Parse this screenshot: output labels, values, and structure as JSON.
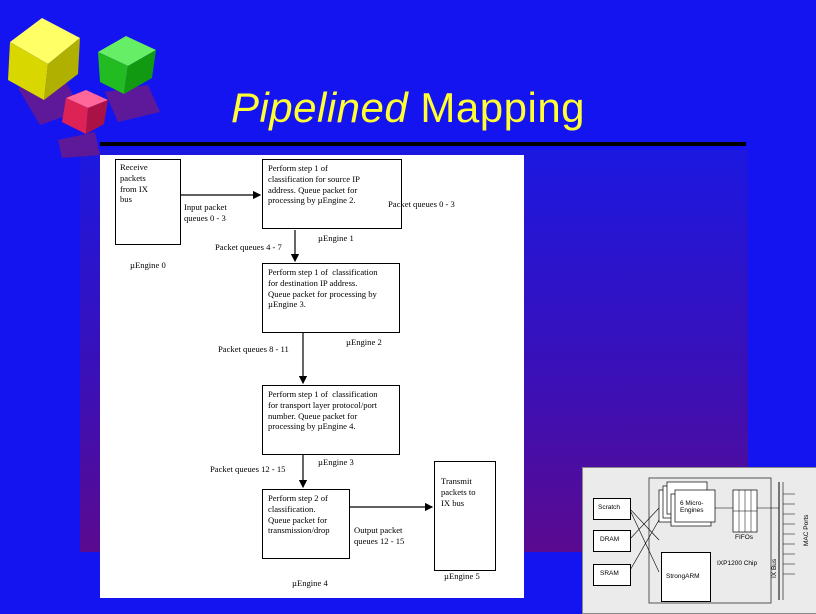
{
  "title": {
    "emphasis": "Pipelined",
    "rest": " Mapping"
  },
  "diagram": {
    "receive": "Receive\npackets\nfrom IX\nbus",
    "engine0": "µEngine 0",
    "input_queues": "Input packet\nqueues 0 - 3",
    "step1_src": "Perform step 1 of\nclassification for source IP\naddress. Queue packet for\nprocessing by µEngine 2.",
    "packet_queues_0_3": "Packet queues 0 - 3",
    "engine1": "µEngine 1",
    "packet_queues_4_7": "Packet queues 4 - 7",
    "step1_dst": "Perform step 1 of  classification\nfor destination IP address.\nQueue packet for processing by\nµEngine 3.",
    "engine2": "µEngine 2",
    "packet_queues_8_11": "Packet queues 8 - 11",
    "step1_transport": "Perform step 1 of  classification\nfor transport layer protocol/port\nnumber. Queue packet for\nprocessing by µEngine 4.",
    "engine3": "µEngine 3",
    "packet_queues_12_15": "Packet queues 12 - 15",
    "step2": "Perform step 2 of\nclassification.\nQueue packet for\ntransmission/drop",
    "output_queues": "Output packet\nqueues 12 - 15",
    "transmit": "Transmit\npackets to\nIX bus",
    "engine4": "µEngine 4",
    "engine5": "µEngine 5"
  },
  "chip": {
    "scratch": "Scratch",
    "dram": "DRAM",
    "sram": "SRAM",
    "micro_engines": "6 Micro-\nEngines",
    "fifos": "FIFOs",
    "strongarm": "StrongARM",
    "chip_name": "IXP1200 Chip",
    "ix_bus": "IX Bus",
    "mac_ports": "MAC Ports"
  }
}
